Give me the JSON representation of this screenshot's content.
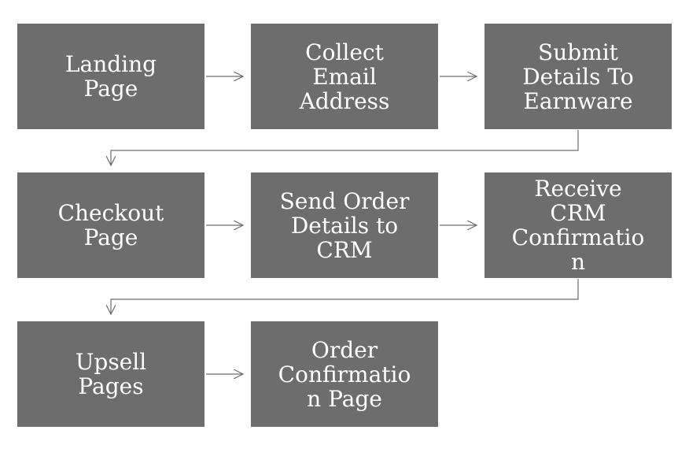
{
  "colors": {
    "box_fill": "#6d6d6d",
    "box_text": "#ffffff",
    "connector": "#6d6d6d",
    "background": "#ffffff"
  },
  "nodes": [
    {
      "id": "landing-page",
      "label": "Landing\nPage"
    },
    {
      "id": "collect-email",
      "label": "Collect\nEmail\nAddress"
    },
    {
      "id": "submit-details",
      "label": "Submit\nDetails To\nEarnware"
    },
    {
      "id": "checkout-page",
      "label": "Checkout\nPage"
    },
    {
      "id": "send-order",
      "label": "Send Order\nDetails to\nCRM"
    },
    {
      "id": "receive-crm",
      "label": "Receive\nCRM\nConfirmatio\nn"
    },
    {
      "id": "upsell-pages",
      "label": "Upsell\nPages"
    },
    {
      "id": "order-confirmation",
      "label": "Order\nConfirmatio\nn Page"
    }
  ],
  "edges": [
    {
      "from": "landing-page",
      "to": "collect-email"
    },
    {
      "from": "collect-email",
      "to": "submit-details"
    },
    {
      "from": "submit-details",
      "to": "checkout-page"
    },
    {
      "from": "checkout-page",
      "to": "send-order"
    },
    {
      "from": "send-order",
      "to": "receive-crm"
    },
    {
      "from": "receive-crm",
      "to": "upsell-pages"
    },
    {
      "from": "upsell-pages",
      "to": "order-confirmation"
    }
  ]
}
